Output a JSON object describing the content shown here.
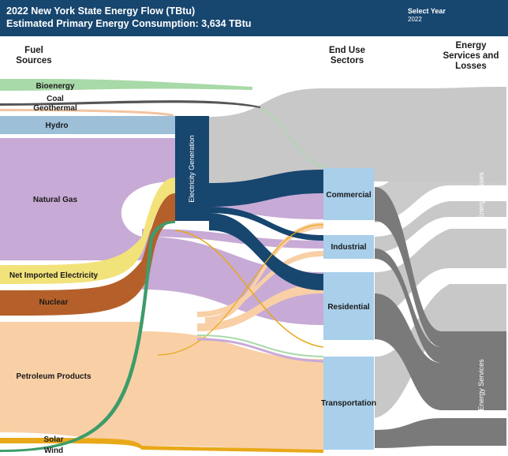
{
  "header": {
    "title": "2022 New York State Energy Flow (TBtu)",
    "subtitle": "Estimated Primary Energy Consumption:  3,634 TBtu",
    "select_year_label": "Select Year",
    "selected_year": "2022"
  },
  "columns": {
    "fuel": [
      "Fuel",
      "Sources"
    ],
    "enduse": [
      "End Use",
      "Sectors"
    ],
    "services": [
      "Energy",
      "Services and",
      "Losses"
    ]
  },
  "fuel_sources": [
    {
      "label": "Bioenergy",
      "color": "#a8d9a8"
    },
    {
      "label": "Coal",
      "color": "#555555"
    },
    {
      "label": "Geothermal",
      "color": "#f2c4a0"
    },
    {
      "label": "Hydro",
      "color": "#9dbfd8"
    },
    {
      "label": "Natural Gas",
      "color": "#c7aad6"
    },
    {
      "label": "Net Imported Electricity",
      "color": "#f2e27a"
    },
    {
      "label": "Nuclear",
      "color": "#b5602a"
    },
    {
      "label": "Petroleum Products",
      "color": "#f9cfa6"
    },
    {
      "label": "Solar",
      "color": "#e8a818"
    },
    {
      "label": "Wind",
      "color": "#3d9c6a"
    }
  ],
  "electricity_generation": {
    "label": "Electricity Generation",
    "color": "#17466f"
  },
  "end_use_sectors": [
    {
      "label": "Commercial"
    },
    {
      "label": "Industrial"
    },
    {
      "label": "Residential"
    },
    {
      "label": "Transportation"
    }
  ],
  "services": [
    {
      "label": "Energy Losses",
      "color": "#c8c8c8"
    },
    {
      "label": "Energy Services",
      "color": "#7a7a7a"
    }
  ],
  "colors": {
    "header_bg": "#17466f",
    "sector_node": "#a9cfea",
    "losses": "#c8c8c8",
    "services": "#7a7a7a"
  }
}
